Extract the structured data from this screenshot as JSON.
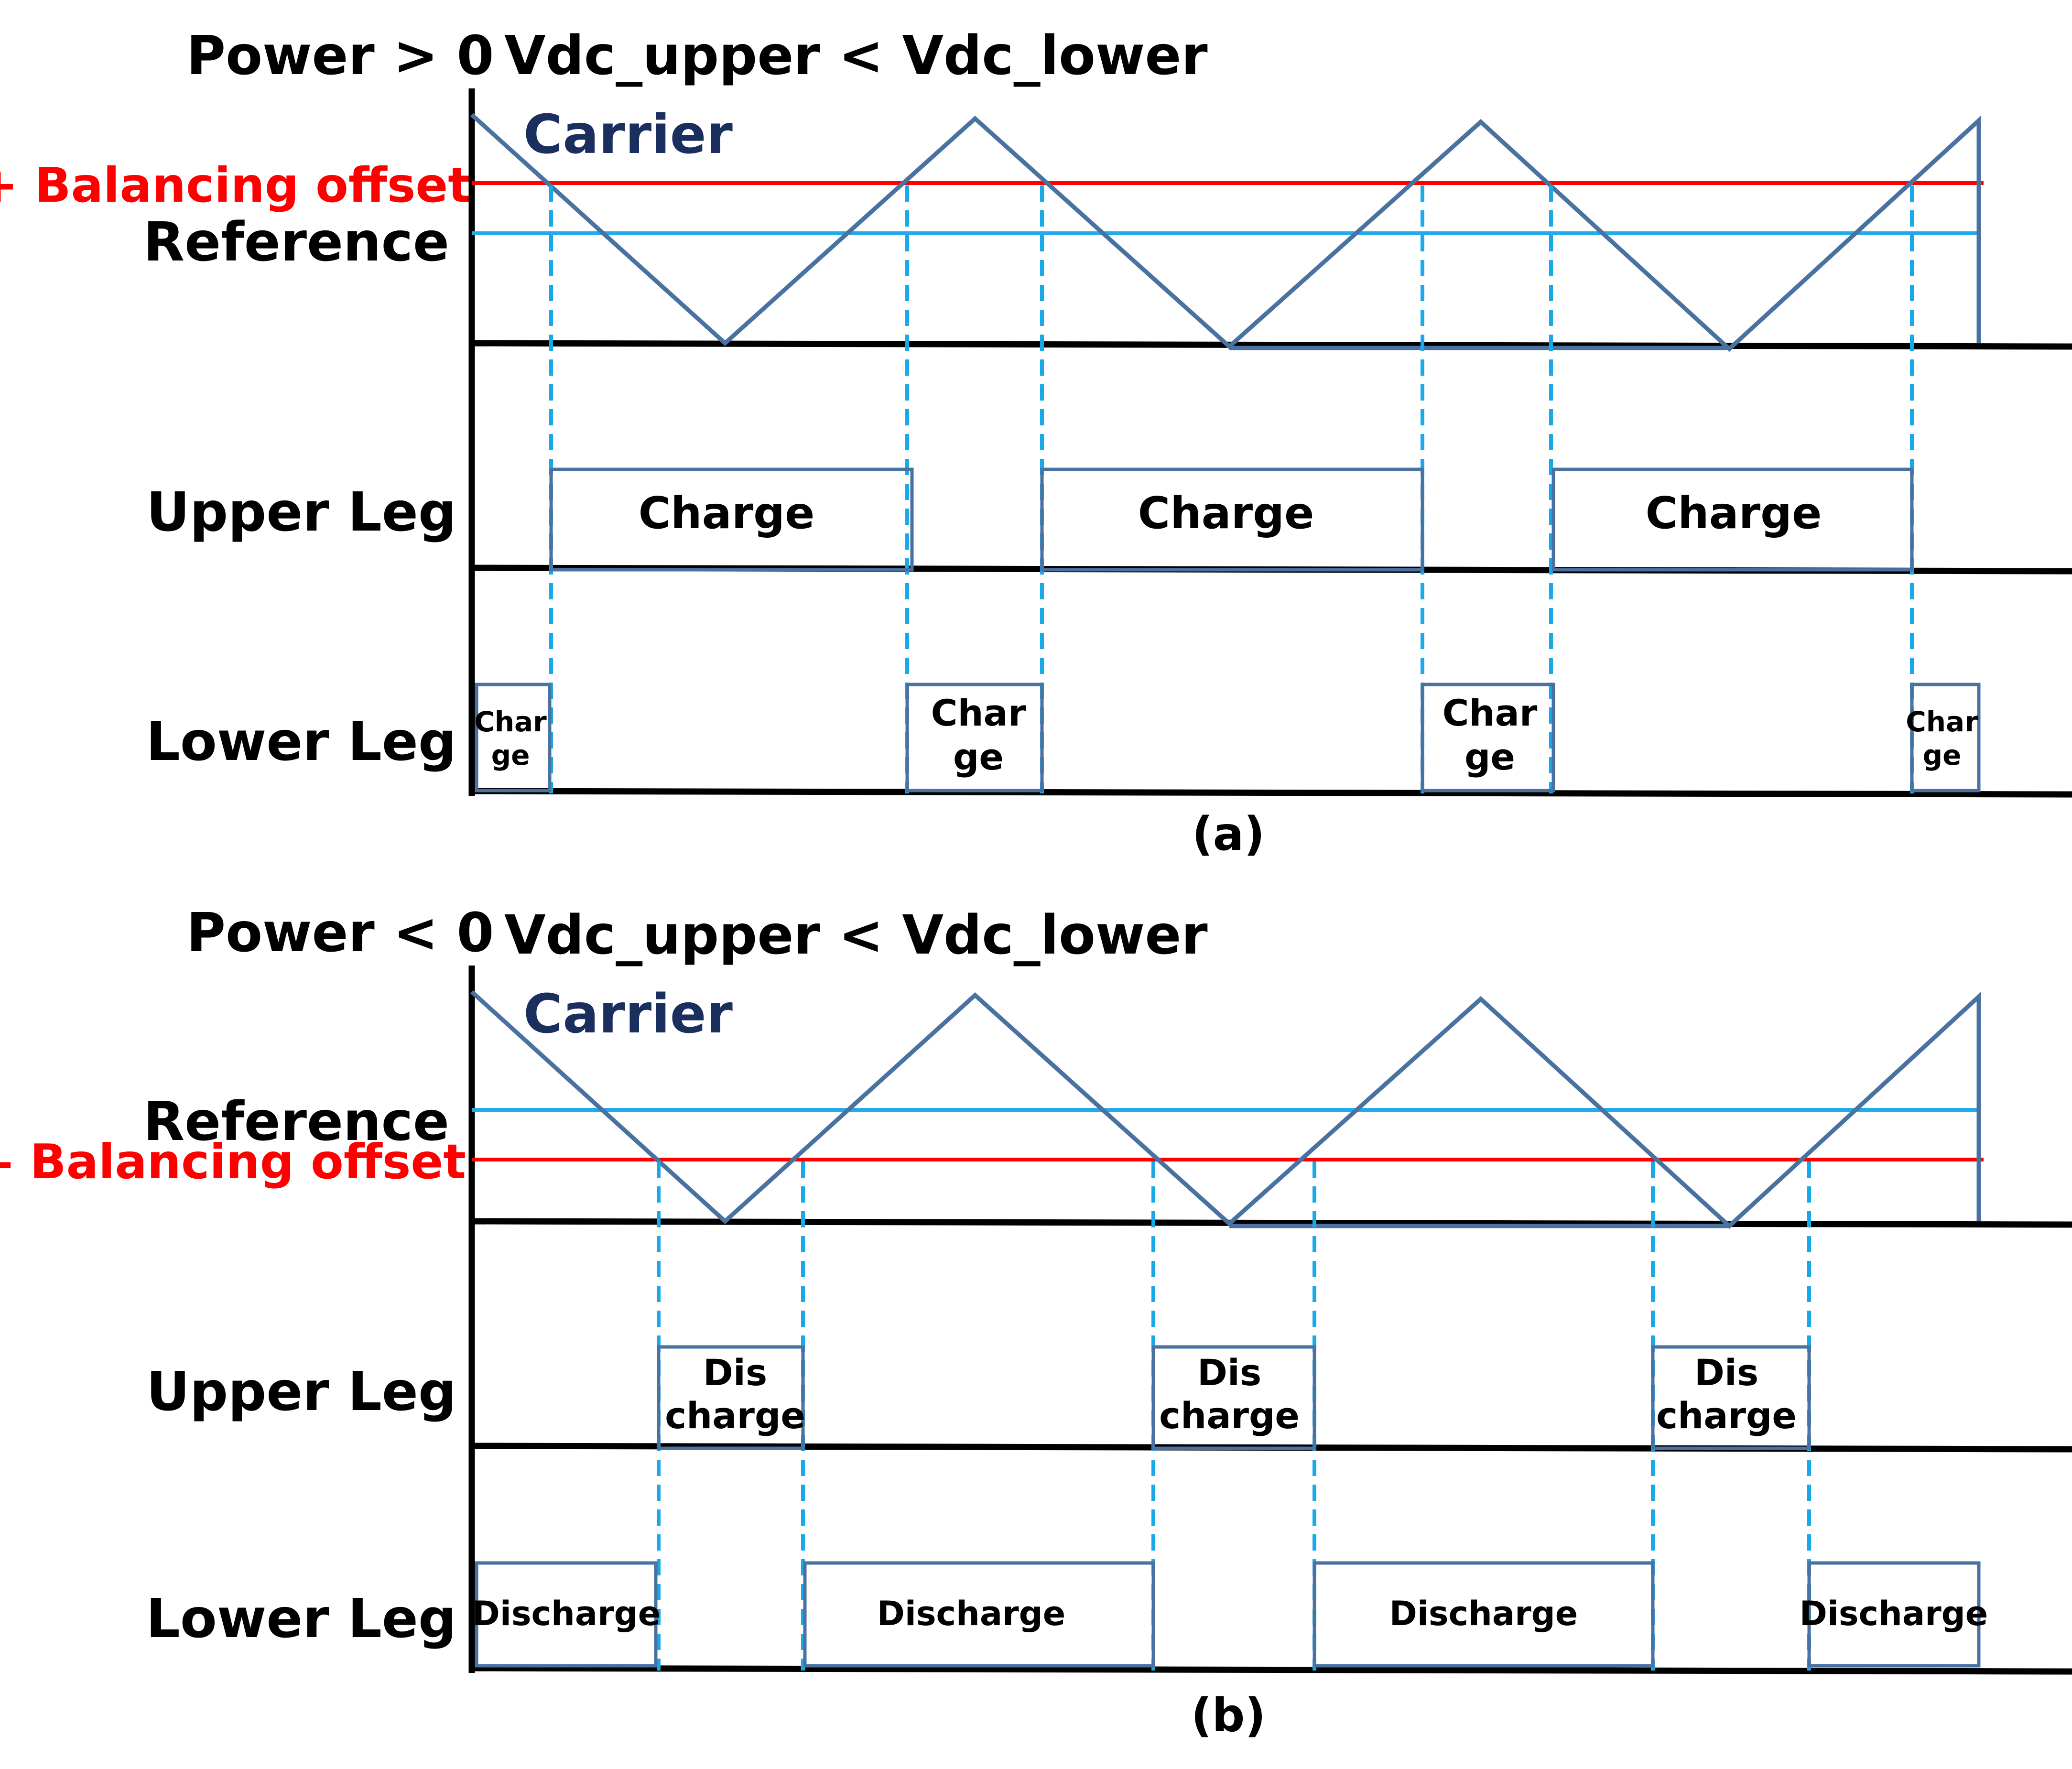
{
  "panels": [
    {
      "id": "a",
      "title_left": "Power > 0",
      "title_right": "Vdc_upper < Vdc_lower",
      "carrier_label": "Carrier",
      "offset_label": "+ Balancing offset",
      "reference_label": "Reference",
      "upper_leg_label": "Upper Leg",
      "lower_leg_label": "Lower Leg",
      "caption": "(a)",
      "upper_boxes": [
        {
          "lines": [
            "Charge"
          ]
        },
        {
          "lines": [
            "Charge"
          ]
        },
        {
          "lines": [
            "Charge"
          ]
        }
      ],
      "lower_boxes": [
        {
          "lines": [
            "Char",
            "ge"
          ]
        },
        {
          "lines": [
            "Char",
            "ge"
          ]
        },
        {
          "lines": [
            "Char",
            "ge"
          ]
        },
        {
          "lines": [
            "Char",
            "ge"
          ]
        }
      ]
    },
    {
      "id": "b",
      "title_left": "Power < 0",
      "title_right": "Vdc_upper < Vdc_lower",
      "carrier_label": "Carrier",
      "offset_label": "– Balancing offset",
      "reference_label": "Reference",
      "upper_leg_label": "Upper Leg",
      "lower_leg_label": "Lower Leg",
      "caption": "(b)",
      "upper_boxes": [
        {
          "lines": [
            "Dis",
            "charge"
          ]
        },
        {
          "lines": [
            "Dis",
            "charge"
          ]
        },
        {
          "lines": [
            "Dis",
            "charge"
          ]
        }
      ],
      "lower_boxes": [
        {
          "lines": [
            "Discharge"
          ]
        },
        {
          "lines": [
            "Discharge"
          ]
        },
        {
          "lines": [
            "Discharge"
          ]
        },
        {
          "lines": [
            "Discharge"
          ]
        }
      ]
    }
  ],
  "colors": {
    "carrier": "#4a72a0",
    "reference": "#22aaea",
    "offset": "#ff0000",
    "crossing_dash": "#1aa9e8",
    "carrier_label": "#1b2f5e",
    "axis": "#000000"
  }
}
